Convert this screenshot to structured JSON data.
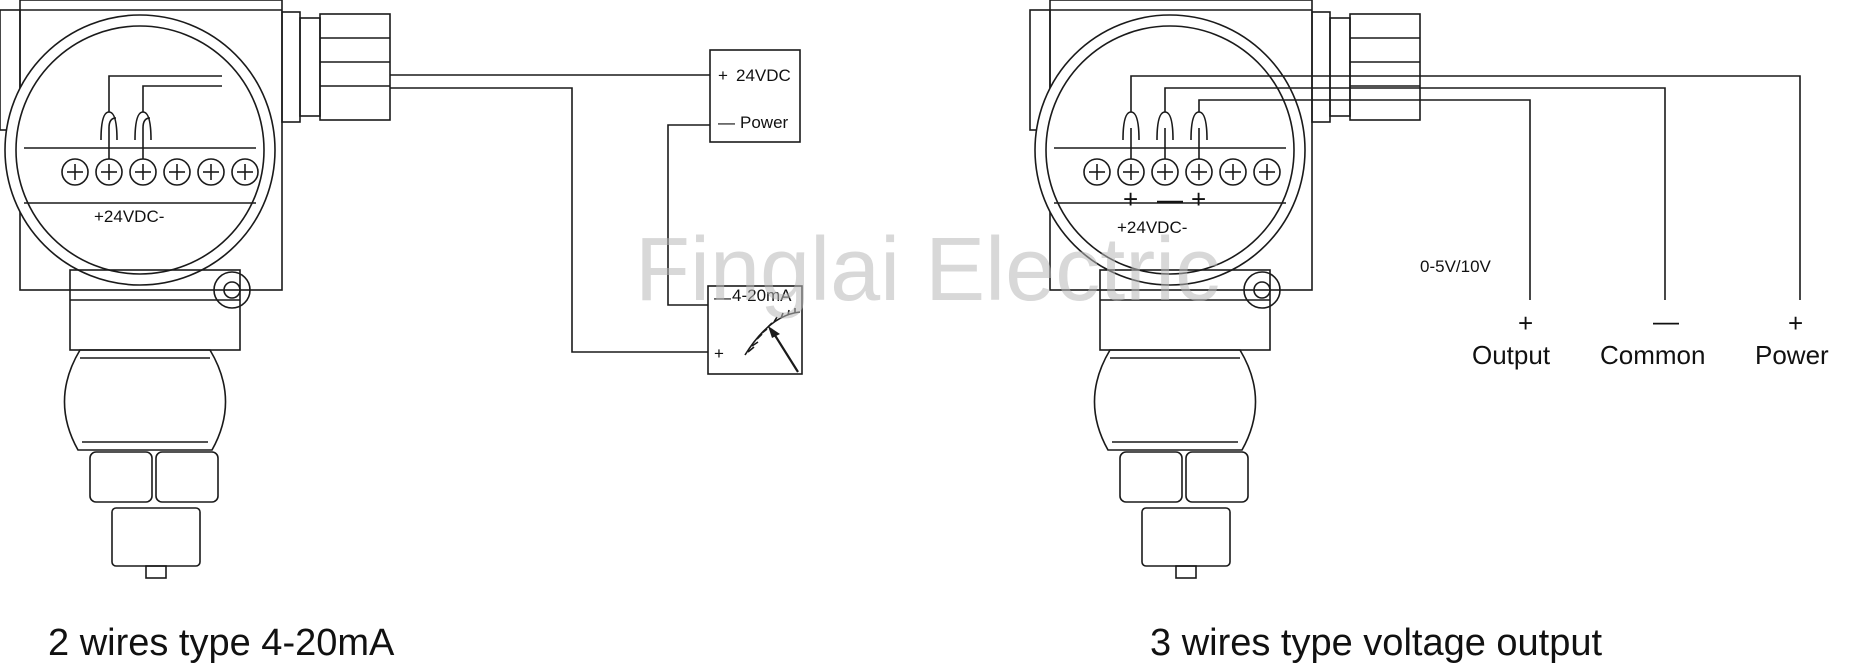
{
  "watermark": "Finglai Electric",
  "left": {
    "terminal_label": "+24VDC-",
    "power_plus": "+",
    "power_voltage": "24VDC",
    "power_minus": "—",
    "power_label": "Power",
    "meter_minus": "—",
    "meter_label": "4-20mA",
    "meter_plus": "+",
    "caption": "2 wires type 4-20mA"
  },
  "right": {
    "terminal_label": "+24VDC-",
    "term_sign_1": "+",
    "term_sign_2": "—",
    "term_sign_3": "+",
    "voltage_label": "0-5V/10V",
    "output_sign": "+",
    "output_label": "Output",
    "common_sign": "—",
    "common_label": "Common",
    "power_sign": "+",
    "power_label": "Power",
    "caption": "3 wires type voltage output"
  }
}
